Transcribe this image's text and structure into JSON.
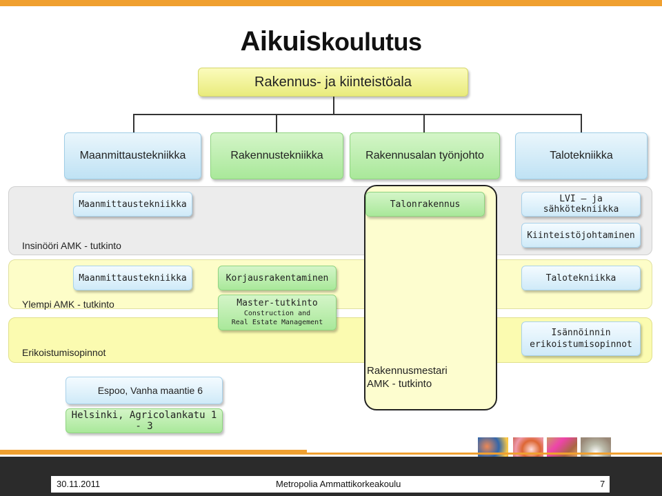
{
  "slide": {
    "title_part1": "Aikuis",
    "title_part2": "koulutus",
    "root": "Rakennus- ja kiinteistöala",
    "categories": [
      "Maanmittaustekniikka",
      "Rakennustekniikka",
      "Rakennusalan työnjohto",
      "Talotekniikka"
    ]
  },
  "ins_band": {
    "label": "Insinööri AMK - tutkinto",
    "box_maanmittaus": "Maanmittaustekniikka",
    "box_talonrakennus": "Talonrakennus",
    "box_lvi": "LVI – ja sähkötekniikka",
    "box_kiinteisto": "Kiinteistöjohtaminen"
  },
  "ylempi_band": {
    "label": "Ylempi AMK - tutkinto",
    "box_maanmittaus": "Maanmittaustekniikka",
    "box_korjaus": "Korjausrakentaminen",
    "box_talotekniikka": "Talotekniikka",
    "master_title": "Master-tutkinto",
    "master_sub1": "Construction and",
    "master_sub2": "Real Estate Management"
  },
  "erik_band": {
    "label": "Erikoistumisopinnot",
    "box_isannointi_1": "Isännöinnin",
    "box_isannointi_2": "erikoistumisopinnot"
  },
  "rakennusmestari": {
    "line1": "Rakennusmestari",
    "line2": "AMK - tutkinto"
  },
  "locations": {
    "espoo": "Espoo, Vanha maantie 6",
    "helsinki": "Helsinki, Agricolankatu 1 - 3"
  },
  "footer": {
    "date": "30.11.2011",
    "org": "Metropolia Ammattikorkeakoulu",
    "page": "7"
  },
  "colors": {
    "accent_orange": "#f0a030",
    "root_yellow": "#eeef8c",
    "green": "#b6eca6",
    "blue": "#cde9f7",
    "band_gray": "#ececec",
    "band_yellow": "#fdfdc8"
  }
}
